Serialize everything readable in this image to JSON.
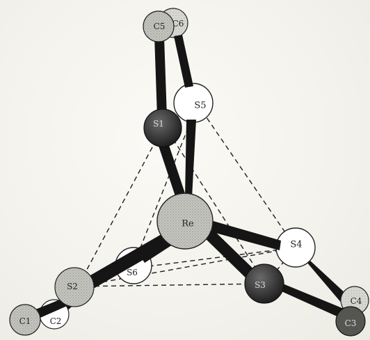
{
  "atoms": {
    "re": "Re",
    "s1": "S1",
    "s2": "S2",
    "s3": "S3",
    "s4": "S4",
    "s5": "S5",
    "s6": "S6",
    "c1": "C1",
    "c2": "C2",
    "c3": "C3",
    "c4": "C4",
    "c5": "C5",
    "c6": "C6"
  },
  "colors": {
    "background": "#f4f3ee",
    "rhenium": "#c9c9c4",
    "sulfur_dark": "#2b2b2b",
    "sulfur_light": "#ffffff",
    "sulfur_grey": "#a9a9a6",
    "carbon": "#9d9d9a",
    "bond": "#151515"
  }
}
